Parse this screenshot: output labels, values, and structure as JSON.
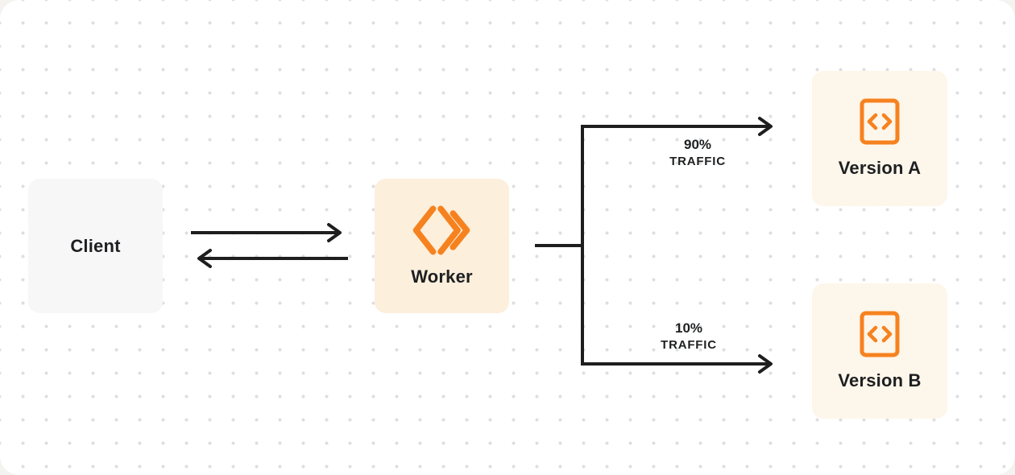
{
  "nodes": {
    "client": {
      "label": "Client"
    },
    "worker": {
      "label": "Worker"
    },
    "version_a": {
      "label": "Version A"
    },
    "version_b": {
      "label": "Version B"
    }
  },
  "edges": {
    "branch_a": {
      "percent": "90%",
      "label": "TRAFFIC"
    },
    "branch_b": {
      "percent": "10%",
      "label": "TRAFFIC"
    }
  },
  "icons": {
    "worker": "cloudflare-workers-logo-icon",
    "version": "code-brackets-icon"
  },
  "colors": {
    "accent_orange": "#F6821F",
    "line_black": "#1E1E1E",
    "client_box_bg": "#F7F7F8",
    "worker_box_bg": "#FCEFDC",
    "version_box_bg": "#FDF6EA",
    "canvas_bg": "#FFFFFF",
    "dot_grid": "#DEDEDE",
    "text": "#1D1F21"
  }
}
